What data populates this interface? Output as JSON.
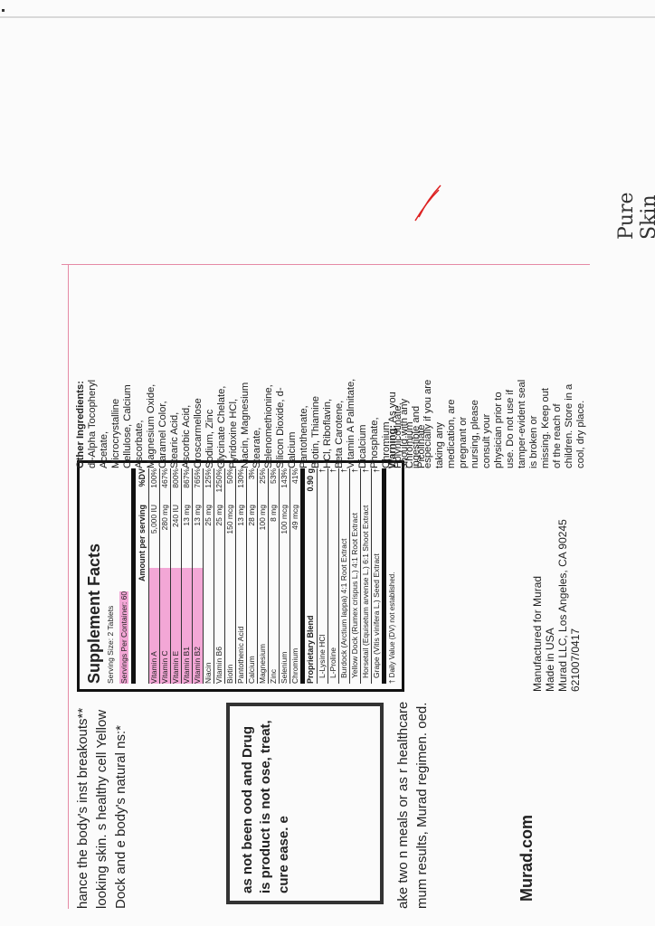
{
  "intro_text": "hance the body's inst breakouts** looking skin. s healthy cell Yellow Dock and e body's natural ns:*",
  "disclaimer_text": "as not been ood and Drug is product is not ose, treat, cure ease. e",
  "directions_text": "ake two n meals or as r healthcare mum results, Murad regimen. oed.",
  "website": "Murad.com",
  "supplement": {
    "title": "Supplement Facts",
    "serving_size": "Serving Size: 2 Tablets",
    "servings_per_container": "Servings Per Container: 60",
    "col_amount": "Amount per serving",
    "col_dv": "%DV",
    "nutrients": [
      {
        "name": "Vitamin A",
        "amount": "5,000 IU",
        "dv": "100%"
      },
      {
        "name": "Vitamin C",
        "amount": "280 mg",
        "dv": "467%"
      },
      {
        "name": "Vitamin E",
        "amount": "240 IU",
        "dv": "800%"
      },
      {
        "name": "Vitamin B1",
        "amount": "13 mg",
        "dv": "867%"
      },
      {
        "name": "Vitamin B2",
        "amount": "13 mg",
        "dv": "765%"
      },
      {
        "name": "Niacin",
        "amount": "25 mg",
        "dv": "125%"
      },
      {
        "name": "Vitamin B6",
        "amount": "25 mg",
        "dv": "1250%"
      },
      {
        "name": "Biotin",
        "amount": "150 mcg",
        "dv": "50%"
      },
      {
        "name": "Pantothenic Acid",
        "amount": "13 mg",
        "dv": "130%"
      },
      {
        "name": "Calcium",
        "amount": "28 mg",
        "dv": "3%"
      },
      {
        "name": "Magnesium",
        "amount": "100 mg",
        "dv": "25%"
      },
      {
        "name": "Zinc",
        "amount": "8 mg",
        "dv": "53%"
      },
      {
        "name": "Selenium",
        "amount": "100 mcg",
        "dv": "143%"
      },
      {
        "name": "Chromium",
        "amount": "49 mcg",
        "dv": "41%"
      }
    ],
    "blend_name": "Proprietary Blend",
    "blend_amount": "0.90 g",
    "blend_items": [
      {
        "name": "L-Lysine HCl",
        "dv": "†"
      },
      {
        "name": "L-Proline",
        "dv": "†"
      },
      {
        "name": "Burdock (Arctium lappa) 4:1 Root Extract",
        "dv": "†"
      },
      {
        "name": "Yellow Dock (Rumex crispus L.) 4:1 Root Extract",
        "dv": "†"
      },
      {
        "name": "Horsetail (Equisetum arvense L.) 6:1 Shoot Extract",
        "dv": "†"
      },
      {
        "name": "Grape (Vitis vinifera L.) Seed Extract",
        "dv": "†"
      }
    ],
    "footnote": "† Daily Value (DV) not established."
  },
  "manufacturer": {
    "line1": "Manufactured for Murad",
    "line2": "Made in USA",
    "line3": "Murad LLC, Los Angeles, CA 90245",
    "line4": "621007/0417"
  },
  "other_ingredients": {
    "heading": "Other Ingredients:",
    "text": "dl-Alpha Tocopheryl Acetate, Microcrystalline Cellulose, Calcium Ascorbate, Magnesium Oxide, Caramel Color, Stearic Acid, Ascorbic Acid, Croscarmellose Sodium, Zinc Glycinate Chelate, Pyridoxine HCl, Niacin, Magnesium Stearate, Selenomethionine, Silicon Dioxide, d-Calcium Pantothenate, Biotin, Thiamine HCl, Riboflavin, Beta Carotene, Vitamin A Palmitate, Dicalcium Phosphate, Chromium Polynicotinate, Chromium Picolinate"
  },
  "warning": {
    "heading": "Warning:",
    "text": "As you should with any ingestible and especially if you are taking any medication, are pregnant or nursing, please consult your physician prior to use. Do not use if tamper-evident seal is broken or missing. Keep out of the reach of children. Store in a cool, dry place."
  },
  "handwritten_note": "Pure Skin",
  "colors": {
    "highlight": "#f3a7d6",
    "pink_rule": "#e58aa5",
    "ink": "#222222"
  }
}
